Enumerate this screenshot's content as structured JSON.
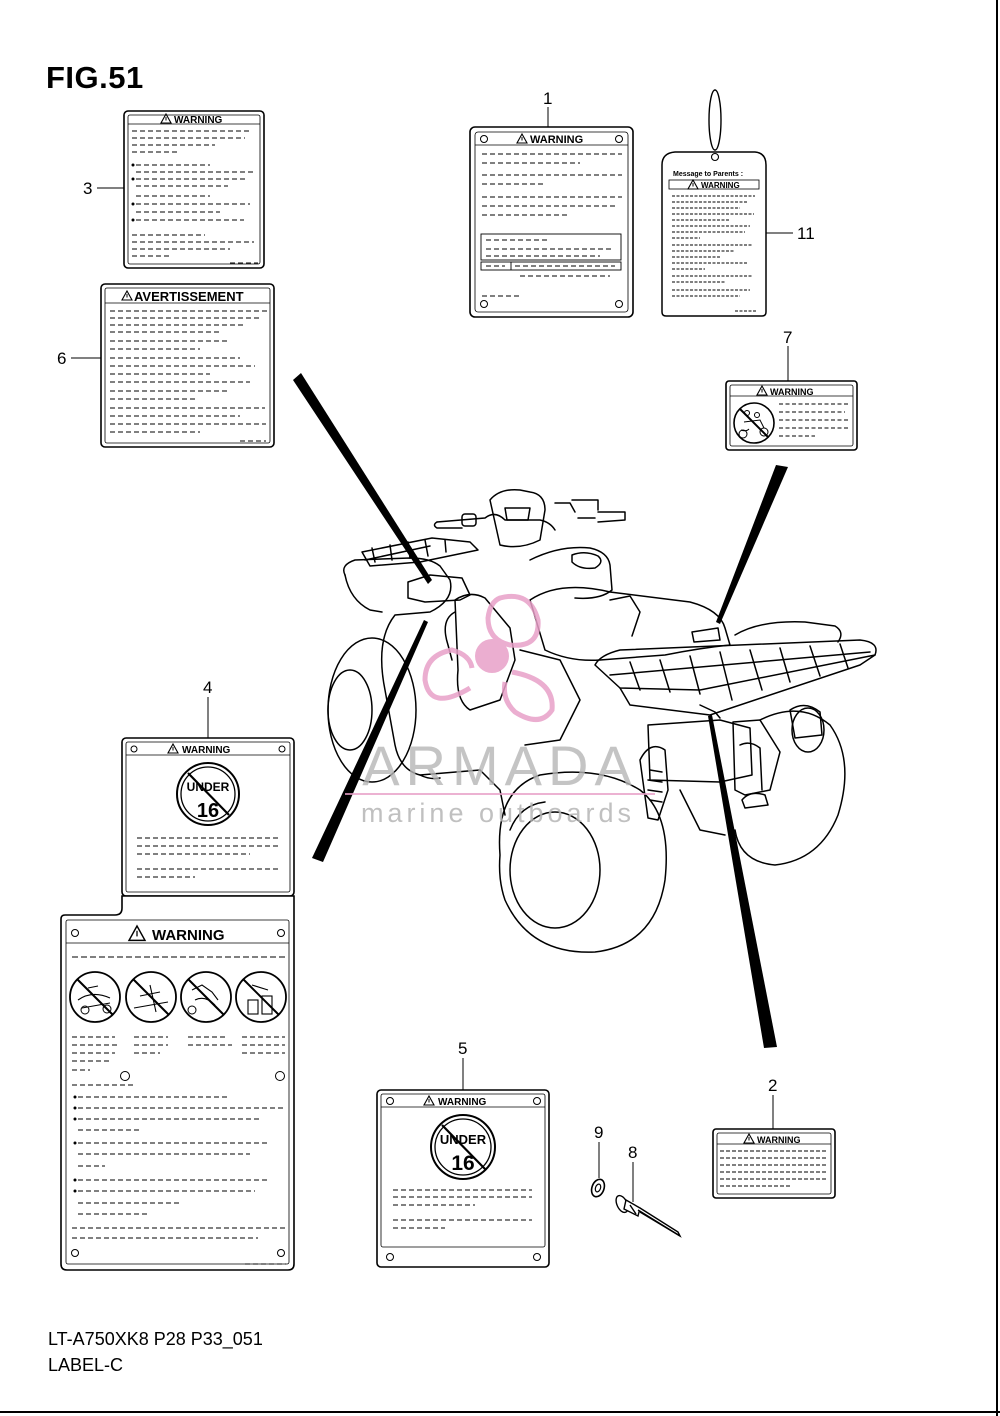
{
  "figure": {
    "title": "FIG.51",
    "model_code": "LT-A750XK8 P28 P33_051",
    "section_name": "LABEL-C"
  },
  "watermark": {
    "brand": "ARMADA",
    "tagline": "marine outboards",
    "color_primary": "#e8a0c8",
    "color_text": "#b5b5b5"
  },
  "callouts": [
    "1",
    "2",
    "3",
    "4",
    "5",
    "6",
    "7",
    "8",
    "9",
    "11"
  ],
  "labels": {
    "warning_text": "WARNING",
    "avertissement_text": "AVERTISSEMENT",
    "message_to_parents": "Message to Parents :",
    "under_text": "UNDER",
    "age_text": "16"
  },
  "icons": [
    "warning-triangle-icon",
    "no-passenger-icon",
    "no-under-16-icon",
    "no-helmet-icon",
    "no-alcohol-icon",
    "no-street-icon"
  ]
}
